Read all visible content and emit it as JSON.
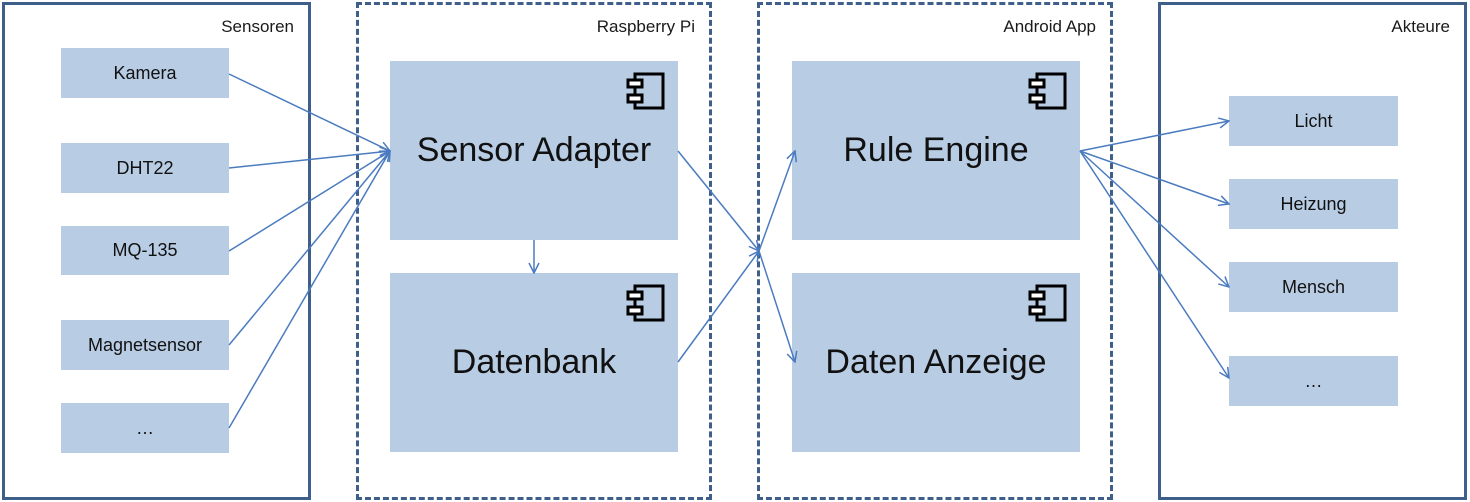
{
  "frames": {
    "sensoren": "Sensoren",
    "raspberry": "Raspberry Pi",
    "android": "Android App",
    "akteure": "Akteure"
  },
  "sensors": [
    "Kamera",
    "DHT22",
    "MQ-135",
    "Magnetsensor",
    "…"
  ],
  "raspberry_components": {
    "sensor_adapter": "Sensor Adapter",
    "datenbank": "Datenbank"
  },
  "android_components": {
    "rule_engine": "Rule Engine",
    "daten_anzeige": "Daten Anzeige"
  },
  "actors": [
    "Licht",
    "Heizung",
    "Mensch",
    "…"
  ],
  "colors": {
    "frame": "#3e5f8a",
    "box": "#b8cce4",
    "arrow": "#4a7bbf"
  },
  "icons": {
    "component": "uml-component-icon"
  }
}
